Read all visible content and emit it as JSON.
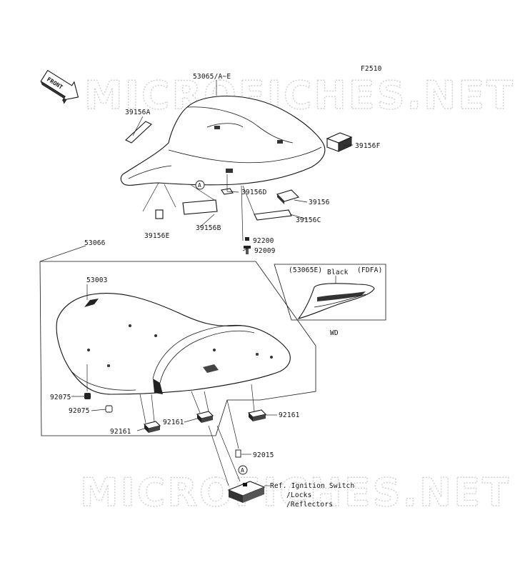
{
  "diagram_code": "F2510",
  "front_label": "FRONT",
  "watermark_text": "MICROFICHES.NET",
  "labels": {
    "p53065": "53065/A~E",
    "p39156A": "39156A",
    "p39156F": "39156F",
    "p39156D": "39156D",
    "p39156": "39156",
    "p39156C": "39156C",
    "p39156E": "39156E",
    "p39156B": "39156B",
    "p92200": "92200",
    "p92009": "92009",
    "p53066": "53066",
    "p53003": "53003",
    "p92075a": "92075",
    "p92075b": "92075",
    "p92161a": "92161",
    "p92161b": "92161",
    "p92161c": "92161",
    "p92015": "92015",
    "ref_line1": "Ref. Ignition Switch",
    "ref_line2": "/Locks",
    "ref_line3": "/Reflectors",
    "ref_mark_a1": "A",
    "ref_mark_a2": "A"
  },
  "inset": {
    "model_code": "(53065E)",
    "color_label": "Black",
    "region_code": "(FDFA)",
    "caption": "WD"
  },
  "colors": {
    "line": "#111111",
    "watermark": "#d0d0d0",
    "background": "#ffffff"
  }
}
